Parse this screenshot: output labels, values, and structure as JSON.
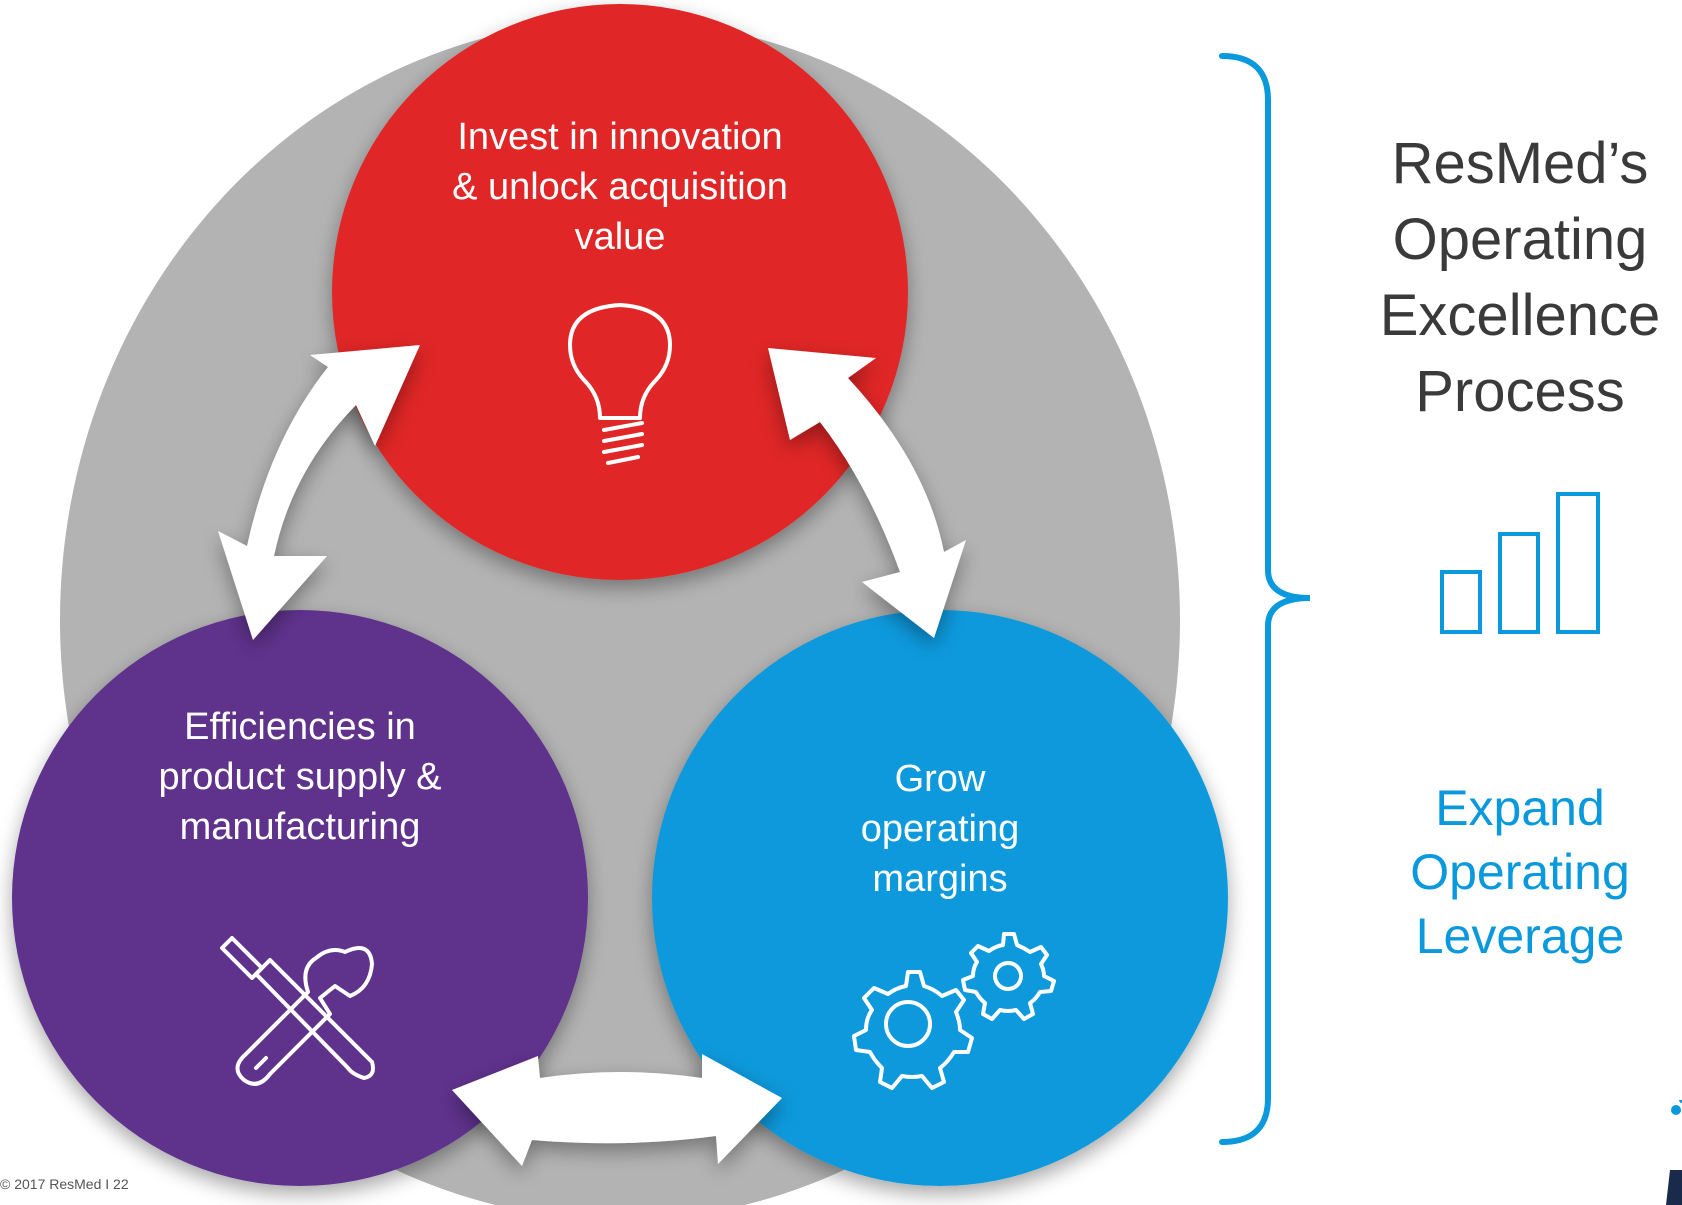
{
  "colors": {
    "background_disc": "#b3b3b3",
    "innovation": "#e02827",
    "efficiencies": "#5e318c",
    "margins": "#0a99dc",
    "arrow": "#ffffff",
    "bracket": "#0a99dc",
    "title_text": "#3a3a3a",
    "accent_text": "#0a99dc",
    "footer_text": "#555555"
  },
  "cycle": {
    "innovation": {
      "label": "Invest in innovation\n& unlock acquisition\nvalue",
      "icon": "lightbulb-icon"
    },
    "efficiencies": {
      "label": "Efficiencies in\nproduct supply &\nmanufacturing",
      "icon": "wrench-screwdriver-icon"
    },
    "margins": {
      "label": "Grow\noperating\nmargins",
      "icon": "gears-icon"
    },
    "arrows": [
      "double-arrow-icon",
      "double-arrow-icon",
      "double-arrow-icon"
    ]
  },
  "sidebar": {
    "title": "ResMed’s\nOperating\nExcellence\nProcess",
    "chart_icon": "bar-chart-icon",
    "leverage": "Expand\nOperating\nLeverage"
  },
  "footer": {
    "text": "© 2017 ResMed  I  22"
  }
}
